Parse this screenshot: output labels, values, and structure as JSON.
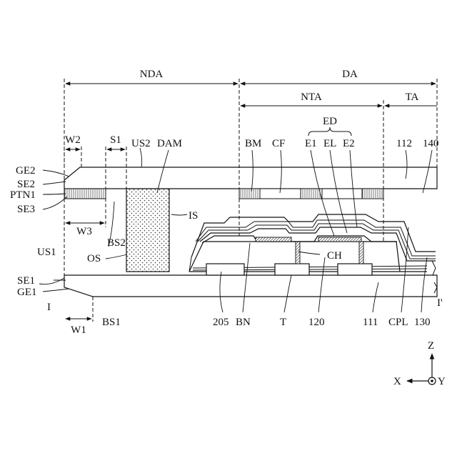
{
  "regions": {
    "nda": "NDA",
    "da": "DA",
    "nta": "NTA",
    "ta": "TA",
    "ed": "ED"
  },
  "widths": {
    "w2": "W2",
    "s1": "S1",
    "w3": "W3",
    "w1": "W1"
  },
  "labels": {
    "us2": "US2",
    "dam": "DAM",
    "bm": "BM",
    "cf": "CF",
    "e1": "E1",
    "el": "EL",
    "e2": "E2",
    "ref112": "112",
    "ref140": "140",
    "ge2": "GE2",
    "se2": "SE2",
    "ptn1": "PTN1",
    "se3": "SE3",
    "is": "IS",
    "bs2": "BS2",
    "os": "OS",
    "ch": "CH",
    "us1": "US1",
    "se1": "SE1",
    "ge1": "GE1",
    "i": "I",
    "bs1": "BS1",
    "ref205": "205",
    "bn": "BN",
    "t": "T",
    "ref120": "120",
    "ref111": "111",
    "cpl": "CPL",
    "ref130": "130",
    "i_prime": "I'"
  },
  "axes": {
    "z": "Z",
    "x": "X",
    "y": "Y"
  }
}
